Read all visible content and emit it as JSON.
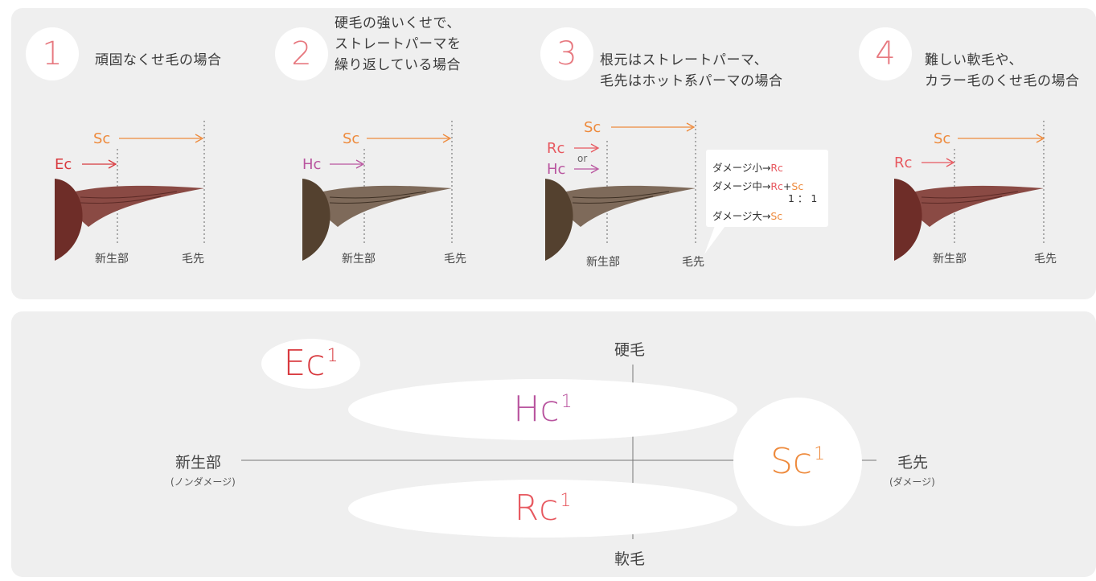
{
  "colors": {
    "ec": "#d8393e",
    "hc": "#b9559f",
    "rc": "#e7585f",
    "sc": "#ee8a3c",
    "number": "#e7787f",
    "hair_dark_red": "#6e2d28",
    "hair_dark_brown": "#54412f",
    "panel": "#efefef"
  },
  "cases": [
    {
      "number": "1",
      "title": "頑固なくせ毛の場合",
      "arrows": [
        {
          "label": "Sc"
        },
        {
          "label": "Ec"
        }
      ],
      "new_growth": "新生部",
      "tip": "毛先"
    },
    {
      "number": "2",
      "title": "硬毛の強いくせで、\nストレートパーマを\n繰り返している場合",
      "arrows": [
        {
          "label": "Sc"
        },
        {
          "label": "Hc"
        }
      ],
      "new_growth": "新生部",
      "tip": "毛先"
    },
    {
      "number": "3",
      "title": "根元はストレートパーマ、\n毛先はホット系パーマの場合",
      "arrows": [
        {
          "label": "Sc"
        },
        {
          "label": "Rc"
        },
        {
          "label": "Hc"
        }
      ],
      "or": "or",
      "new_growth": "新生部",
      "tip": "毛先"
    },
    {
      "number": "4",
      "title": "難しい軟毛や、\nカラー毛のくせ毛の場合",
      "arrows": [
        {
          "label": "Sc"
        },
        {
          "label": "Rc"
        }
      ],
      "new_growth": "新生部",
      "tip": "毛先"
    }
  ],
  "callout": {
    "line1_prefix": "ダメージ小→",
    "line1_a": "Rc",
    "line2_prefix": "ダメージ中→",
    "line2_a": "Rc",
    "line2_plus": "+",
    "line2_b": "Sc",
    "ratio": "1 ： 1",
    "line3_prefix": "ダメージ大→",
    "line3_a": "Sc"
  },
  "matrix": {
    "top": "硬毛",
    "bottom": "軟毛",
    "left": "新生部",
    "left_sub": "(ノンダメージ)",
    "right": "毛先",
    "right_sub": "(ダメージ)",
    "ec": "Ec",
    "hc": "Hc",
    "rc": "Rc",
    "sc": "Sc",
    "sup": "1"
  }
}
